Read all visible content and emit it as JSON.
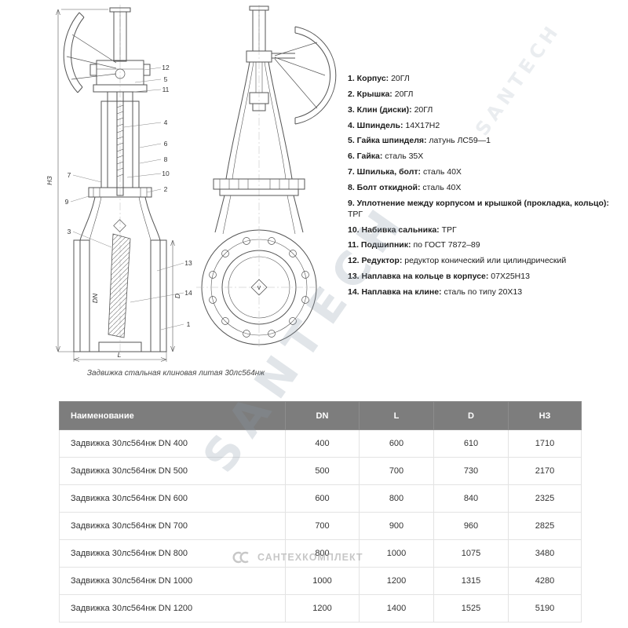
{
  "watermark": {
    "text": "SANTECH",
    "logo_text": "САНТЕХКОМПЛЕКТ"
  },
  "drawing": {
    "caption": "Задвижка стальная клиновая литая 30лс564нж",
    "center_mark": "V",
    "dims": {
      "height": "НЗ",
      "length": "L",
      "diameter": "D",
      "bore": "DN"
    },
    "callouts": {
      "c1": "1",
      "c2": "2",
      "c3": "3",
      "c4": "4",
      "c5": "5",
      "c6": "6",
      "c7": "7",
      "c8": "8",
      "c9": "9",
      "c10": "10",
      "c11": "11",
      "c12": "12",
      "c13": "13",
      "c14": "14"
    }
  },
  "parts_list": {
    "items": [
      {
        "label": "1. Корпус:",
        "value": "20ГЛ"
      },
      {
        "label": "2. Крышка:",
        "value": "20ГЛ"
      },
      {
        "label": "3. Клин (диски):",
        "value": "20ГЛ"
      },
      {
        "label": "4. Шпиндель:",
        "value": "14Х17Н2"
      },
      {
        "label": "5. Гайка шпинделя:",
        "value": "латунь ЛС59—1"
      },
      {
        "label": "6. Гайка:",
        "value": "сталь 35Х"
      },
      {
        "label": "7. Шпилька, болт:",
        "value": "сталь 40Х"
      },
      {
        "label": "8. Болт откидной:",
        "value": "сталь 40Х"
      },
      {
        "label": "9. Уплотнение между корпусом и крышкой (прокладка, кольцо):",
        "value": "ТРГ"
      },
      {
        "label": "10. Набивка сальника:",
        "value": "ТРГ"
      },
      {
        "label": "11. Подшипник:",
        "value": "по ГОСТ 7872–89"
      },
      {
        "label": "12. Редуктор:",
        "value": "редуктор конический или цилиндрический"
      },
      {
        "label": "13. Наплавка на кольце в корпусе:",
        "value": "07Х25Н13"
      },
      {
        "label": "14. Наплавка на клине:",
        "value": "сталь по типу 20Х13"
      }
    ]
  },
  "table": {
    "headers": [
      "Наименование",
      "DN",
      "L",
      "D",
      "НЗ"
    ],
    "rows": [
      {
        "name": "Задвижка 30лс564нж DN 400",
        "dn": "400",
        "l": "600",
        "d": "610",
        "h": "1710"
      },
      {
        "name": "Задвижка 30лс564нж DN 500",
        "dn": "500",
        "l": "700",
        "d": "730",
        "h": "2170"
      },
      {
        "name": "Задвижка 30лс564нж DN 600",
        "dn": "600",
        "l": "800",
        "d": "840",
        "h": "2325"
      },
      {
        "name": "Задвижка 30лс564нж DN 700",
        "dn": "700",
        "l": "900",
        "d": "960",
        "h": "2825"
      },
      {
        "name": "Задвижка 30лс564нж DN 800",
        "dn": "800",
        "l": "1000",
        "d": "1075",
        "h": "3480"
      },
      {
        "name": "Задвижка 30лс564нж DN 1000",
        "dn": "1000",
        "l": "1200",
        "d": "1315",
        "h": "4280"
      },
      {
        "name": "Задвижка 30лс564нж DN 1200",
        "dn": "1200",
        "l": "1400",
        "d": "1525",
        "h": "5190"
      }
    ]
  }
}
